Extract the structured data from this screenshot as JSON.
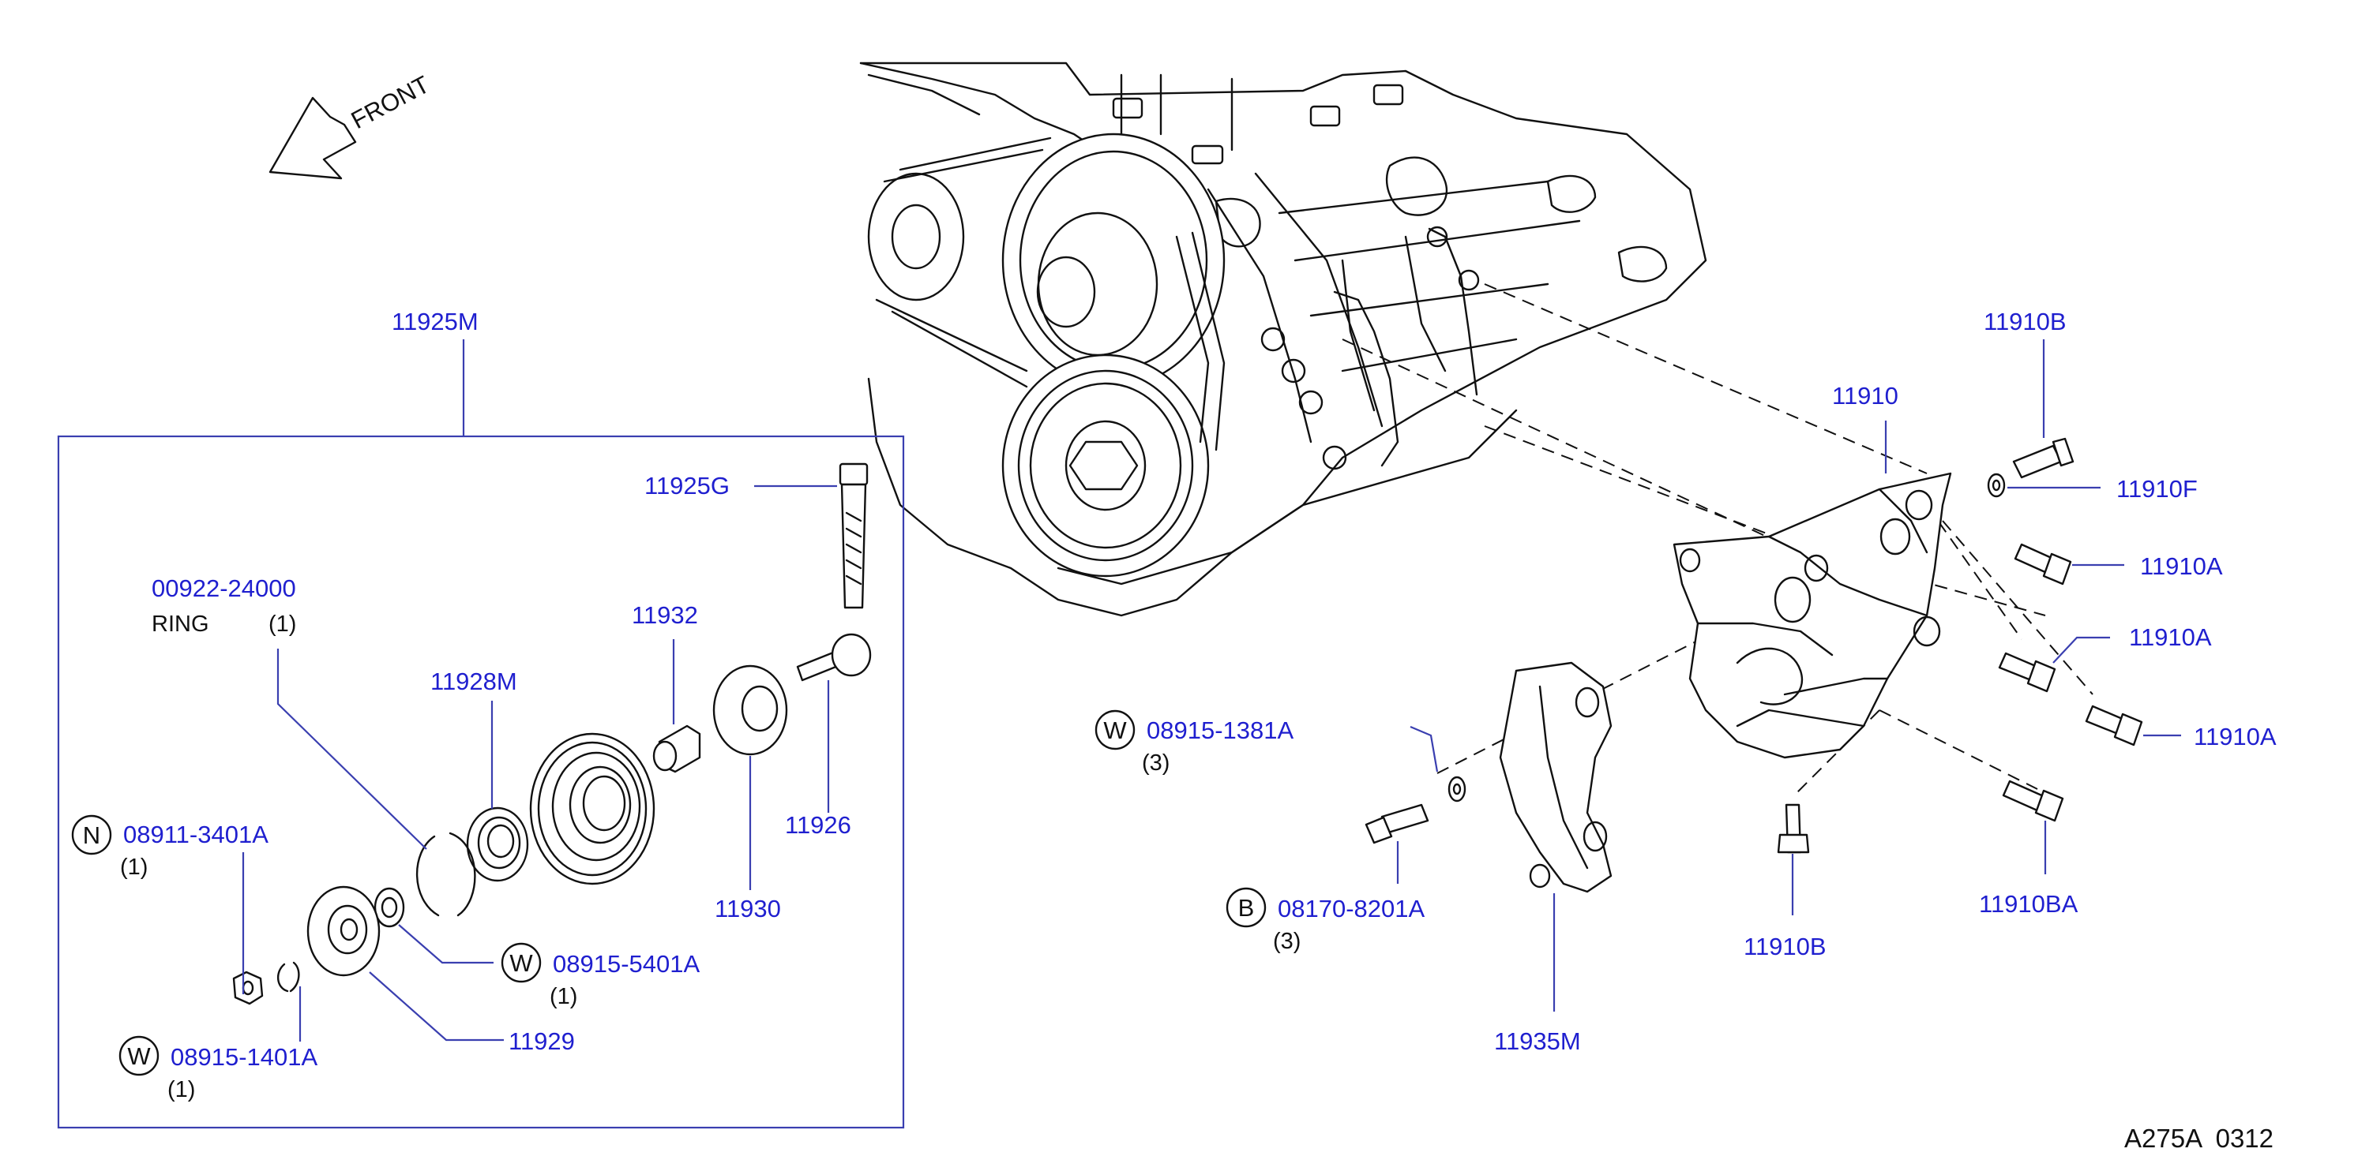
{
  "front_label": "FRONT",
  "diagram_ref": "A275A  0312",
  "kit": {
    "code": "11925M"
  },
  "labels": {
    "p11925G": "11925G",
    "p00922": "00922-24000",
    "ring_name": "RING",
    "ring_qty": "(1)",
    "p11932": "11932",
    "p11928M": "11928M",
    "p11926": "11926",
    "p11930": "11930",
    "p08911": "08911-3401A",
    "p08911_qty": "(1)",
    "p08911_sym": "N",
    "p08915_5401": "08915-5401A",
    "p08915_5401_qty": "(1)",
    "p08915_5401_sym": "W",
    "p11929": "11929",
    "p08915_1401": "08915-1401A",
    "p08915_1401_qty": "(1)",
    "p08915_1401_sym": "W",
    "p11910B_top": "11910B",
    "p11910": "11910",
    "p11910F": "11910F",
    "p11910A_1": "11910A",
    "p11910A_2": "11910A",
    "p11910A_3": "11910A",
    "p08915_1381": "08915-1381A",
    "p08915_1381_qty": "(3)",
    "p08915_1381_sym": "W",
    "p08170": "08170-8201A",
    "p08170_qty": "(3)",
    "p08170_sym": "B",
    "p11910B_bottom": "11910B",
    "p11910BA": "11910BA",
    "p11935M": "11935M"
  }
}
